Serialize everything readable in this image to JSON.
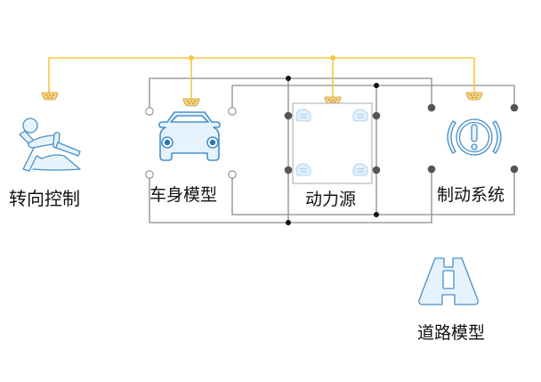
{
  "diagram": {
    "title": "",
    "colors": {
      "can_bus": "#f5c842",
      "wire": "#8c8c8c",
      "junction_dark": "#111111",
      "port_filled": "#555555",
      "port_empty": "#ffffff",
      "icon_stroke": "#4a90c8",
      "icon_fill": "#e6f3fc",
      "connector_fill": "#f7d27a",
      "box_stroke": "#b8b8b8"
    },
    "nodes": [
      {
        "id": "steering",
        "label": "转向控制",
        "icon": "driver-steering-icon"
      },
      {
        "id": "body",
        "label": "车身模型",
        "icon": "car-icon"
      },
      {
        "id": "power",
        "label": "动力源",
        "icon": "motor-icon"
      },
      {
        "id": "brake",
        "label": "制动系统",
        "icon": "brake-warning-icon"
      },
      {
        "id": "road",
        "label": "道路模型",
        "icon": "road-icon"
      }
    ],
    "connections": [
      {
        "type": "can_bus",
        "from": "steering",
        "to": [
          "body",
          "power",
          "brake"
        ]
      },
      {
        "type": "wire",
        "from": "body",
        "to": [
          "power",
          "brake"
        ]
      }
    ]
  }
}
